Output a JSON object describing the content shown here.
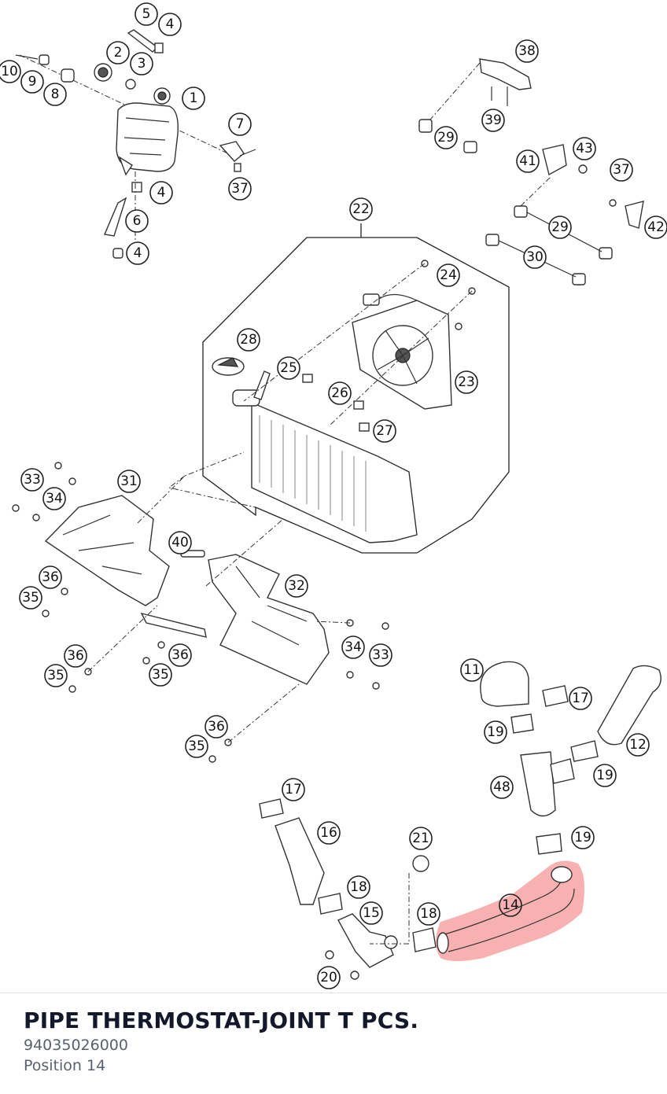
{
  "diagram": {
    "highlight_color": "#f7a3a3",
    "highlighted_callout": "14",
    "callouts": [
      {
        "label": "5"
      },
      {
        "label": "4"
      },
      {
        "label": "2"
      },
      {
        "label": "3"
      },
      {
        "label": "10"
      },
      {
        "label": "9"
      },
      {
        "label": "8"
      },
      {
        "label": "1"
      },
      {
        "label": "7"
      },
      {
        "label": "37"
      },
      {
        "label": "4"
      },
      {
        "label": "6"
      },
      {
        "label": "4"
      },
      {
        "label": "38"
      },
      {
        "label": "39"
      },
      {
        "label": "29"
      },
      {
        "label": "41"
      },
      {
        "label": "43"
      },
      {
        "label": "37"
      },
      {
        "label": "29"
      },
      {
        "label": "42"
      },
      {
        "label": "30"
      },
      {
        "label": "22"
      },
      {
        "label": "24"
      },
      {
        "label": "28"
      },
      {
        "label": "25"
      },
      {
        "label": "23"
      },
      {
        "label": "26"
      },
      {
        "label": "27"
      },
      {
        "label": "33"
      },
      {
        "label": "31"
      },
      {
        "label": "34"
      },
      {
        "label": "40"
      },
      {
        "label": "36"
      },
      {
        "label": "35"
      },
      {
        "label": "32"
      },
      {
        "label": "36"
      },
      {
        "label": "35"
      },
      {
        "label": "36"
      },
      {
        "label": "35"
      },
      {
        "label": "34"
      },
      {
        "label": "33"
      },
      {
        "label": "36"
      },
      {
        "label": "35"
      },
      {
        "label": "11"
      },
      {
        "label": "17"
      },
      {
        "label": "19"
      },
      {
        "label": "12"
      },
      {
        "label": "48"
      },
      {
        "label": "19"
      },
      {
        "label": "19"
      },
      {
        "label": "17"
      },
      {
        "label": "16"
      },
      {
        "label": "21"
      },
      {
        "label": "18"
      },
      {
        "label": "14"
      },
      {
        "label": "15"
      },
      {
        "label": "18"
      },
      {
        "label": "20"
      }
    ]
  },
  "part": {
    "title": "PIPE THERMOSTAT-JOINT T PCS.",
    "number": "94035026000",
    "position": "Position 14"
  }
}
